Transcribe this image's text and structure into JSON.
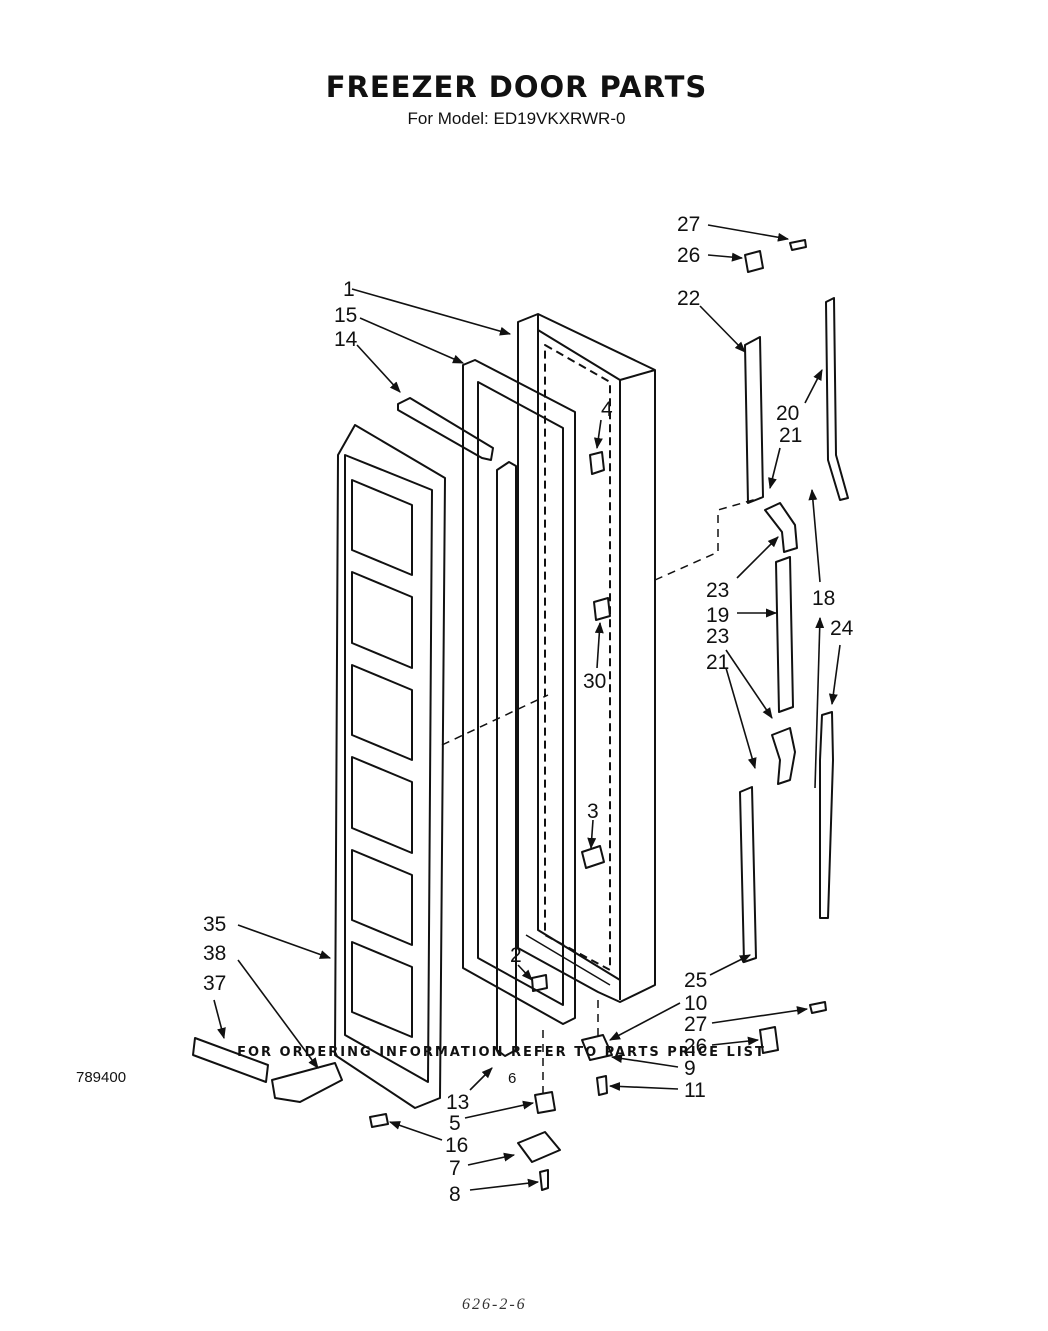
{
  "header": {
    "title": "FREEZER DOOR PARTS",
    "model": "For Model: ED19VKXRWR-0"
  },
  "callouts": [
    "1",
    "15",
    "14",
    "4",
    "27",
    "26",
    "22",
    "20",
    "21",
    "18",
    "23",
    "19",
    "23",
    "21",
    "24",
    "30",
    "3",
    "2",
    "35",
    "38",
    "37",
    "13",
    "16",
    "5",
    "7",
    "8",
    "10",
    "27",
    "26",
    "9",
    "11",
    "25"
  ],
  "footer": {
    "ordering_note": "FOR ORDERING INFORMATION REFER TO PARTS PRICE LIST",
    "doc_number": "789400",
    "page_number": "6",
    "handwritten": "626-2-6"
  }
}
